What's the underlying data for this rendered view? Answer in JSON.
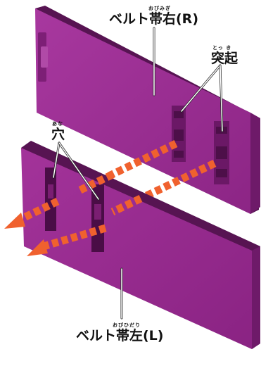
{
  "labels": {
    "belt_right": {
      "text": "ベルト帯右(R)",
      "ruby": "おびみぎ"
    },
    "protrusion": {
      "text": "突起",
      "ruby": "とっ き"
    },
    "hole": {
      "text": "穴",
      "ruby": "あな"
    },
    "belt_left": {
      "text": "ベルト帯左(L)",
      "ruby": "おびひだり"
    }
  },
  "colors": {
    "belt_face": "#9b2d93",
    "belt_edge": "#6e1a69",
    "belt_dark": "#571452",
    "arrow": "#f0612e",
    "leader": "#ffffff"
  }
}
